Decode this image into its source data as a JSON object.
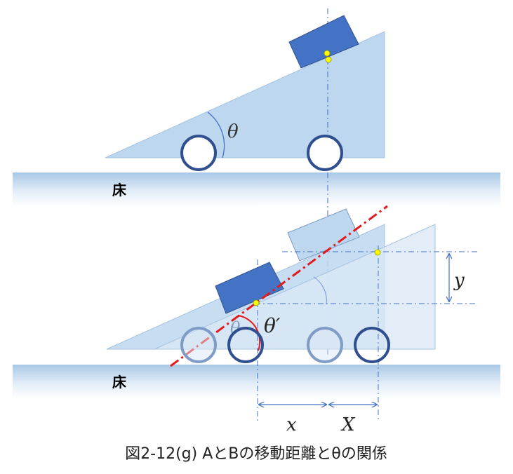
{
  "figure": {
    "caption": "図2-12(g) AとBの移動距離とθの関係",
    "top_panel": {
      "floor_label": "床",
      "angle_label": "θ"
    },
    "bottom_panel": {
      "floor_label": "床",
      "angle_label_theta": "θ",
      "angle_label_theta_prime": "θ′",
      "label_y": "y",
      "label_x": "x",
      "label_X": "X"
    },
    "colors": {
      "floor_band": "#bcd6ec",
      "wedge_fill": "#bdd7ee",
      "wedge_ghost_fill": "#dbe8f5",
      "block_fill": "#4472c4",
      "block_ghost_fill": "#bdd7ee",
      "wheel_stroke": "#2f4f8f",
      "wheel_ghost_stroke": "#7f9cc6",
      "guide_line": "#4472c4",
      "red_line": "#e31a1c",
      "marker": "#ffff00"
    }
  }
}
